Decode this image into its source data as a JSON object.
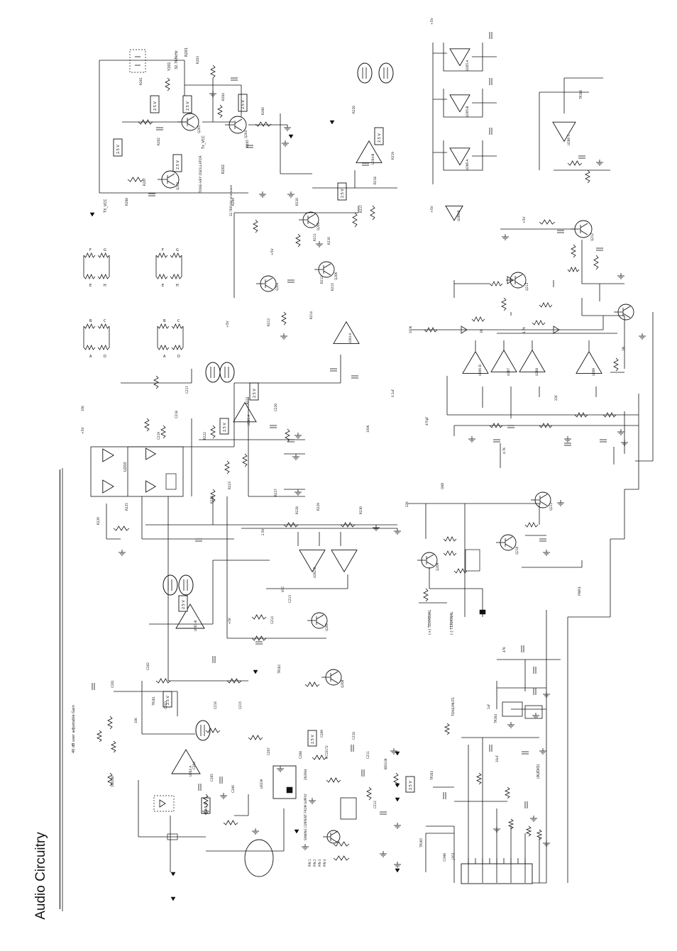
{
  "page": {
    "title": "Audio Circuitry"
  },
  "notes": {
    "gain_pot": "40 dB user adjustable Gain",
    "tone_osc": "TONE-HEY OSCILLATOR",
    "tone_out": "TONE/MUTE",
    "freq_note": "32.768 kHz sine wave",
    "jack": "(AUDIO)",
    "pos_terminal": "(+) TERMINAL",
    "neg_terminal": "(-) TERMINAL",
    "mic_note": "SINKING CURRENT FROM SUPPLY",
    "pin_notes": [
      "PIN 1",
      "PIN 2",
      "PIN 3",
      "PIN 4"
    ]
  },
  "voltages": [
    "2.5 V",
    "2.5 V",
    "2.5 V",
    "2.5 V",
    "2.5 V",
    "2.5 V",
    "2.5 V",
    "2.5 V",
    "2.5 V",
    "+5V",
    "+5V",
    "+5V",
    "+5V",
    "+5V",
    "+5V"
  ],
  "opamps": [
    "U201-A",
    "U201-B",
    "U202-A",
    "U202-B",
    "U203",
    "U204-A",
    "U204-B",
    "U205-A",
    "U205-B",
    "U206-A",
    "U206-B",
    "U206-C",
    "U206-D",
    "U207",
    "U208",
    "U209"
  ],
  "transistors": [
    "Q201",
    "Q202",
    "Q203",
    "Q204",
    "Q205",
    "Q206",
    "Q207",
    "Q208",
    "Q209",
    "Q210",
    "Q211",
    "Q212",
    "Q213"
  ],
  "resistors": [
    "R201",
    "R202",
    "R203",
    "R204",
    "R205",
    "R206",
    "R207",
    "R208",
    "R209",
    "R210",
    "R211",
    "R212",
    "R213",
    "R214",
    "R215",
    "R216",
    "R217",
    "R218",
    "R219",
    "R220",
    "R221",
    "R222",
    "R223",
    "R224",
    "R225",
    "R226",
    "R227",
    "R228",
    "R229",
    "R230"
  ],
  "capacitors": [
    "C201",
    "C202",
    "C203",
    "C204",
    "C205",
    "C206",
    "C207",
    "C208",
    "C209",
    "C210",
    "C211",
    "C212",
    "C213",
    "C214",
    "C215",
    "C216",
    "C217",
    "C218",
    "C219",
    "C220"
  ],
  "test_points": [
    "TP201",
    "TP202",
    "TP203",
    "TP204",
    "TP205",
    "TP206"
  ],
  "small_labels": [
    "10K",
    "100K",
    "1M",
    "4.7K",
    "22K",
    "47K",
    "1uF",
    "10uF",
    "0.1uF",
    "470pF",
    "GND",
    "VCC",
    "+5V",
    "2.5V",
    "MC33172",
    "LM339",
    "2N3904",
    "BSS138",
    "1N4148",
    "10K",
    "100K",
    "1M",
    "4.7K",
    "22K"
  ]
}
